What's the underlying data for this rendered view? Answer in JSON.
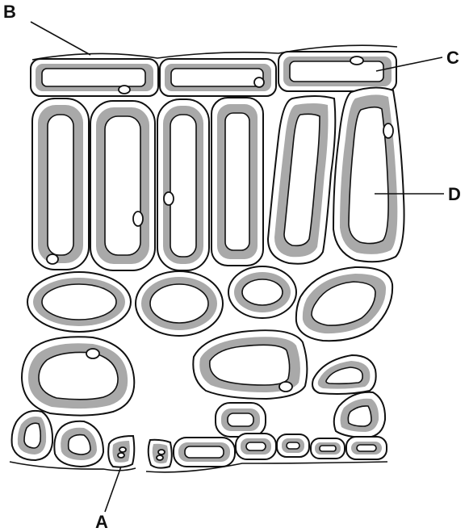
{
  "labels": {
    "a": "A",
    "b": "B",
    "c": "C",
    "d": "D"
  },
  "colors": {
    "cytoplasm": "#a9a9a9",
    "outline": "#111111",
    "background": "#ffffff"
  }
}
